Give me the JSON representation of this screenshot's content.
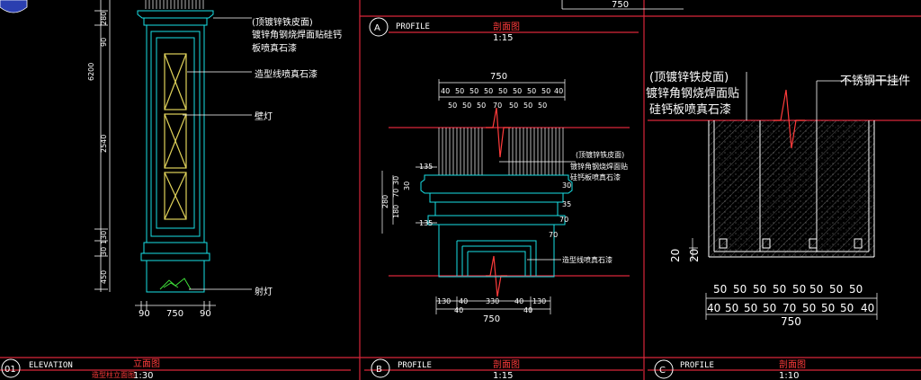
{
  "colors": {
    "background": "#000000",
    "red_border": "#d9263a",
    "cyan": "#18e0e6",
    "white": "#ffffff",
    "yellow": "#e0d25a",
    "green": "#3fe03a",
    "magenta": "#ff4fd8"
  },
  "panels": {
    "elevation": {
      "number": "01",
      "label": "ELEVATION",
      "title": "立面图",
      "subtitle": "造型柱立面图",
      "scale": "1:30",
      "dims_vertical": [
        "280",
        "90",
        "6200",
        "2540",
        "130",
        "30",
        "450"
      ],
      "dims_bottom": [
        "90",
        "750",
        "90"
      ],
      "notes": [
        "(顶镀锌铁皮面)",
        "镀锌角钢烧焊面贴硅钙",
        "板喷真石漆",
        "造型线喷真石漆",
        "壁灯",
        "射灯"
      ]
    },
    "section_a": {
      "letter": "A",
      "label": "PROFILE",
      "title": "剖面图",
      "scale": "1:15",
      "top_dim": "750"
    },
    "section_b": {
      "letter": "B",
      "label": "PROFILE",
      "title": "剖面图",
      "scale": "1:15",
      "dims_top_total": "750",
      "dims_top_row1": [
        "40",
        "50",
        "50",
        "50",
        "50",
        "50",
        "50",
        "50",
        "40"
      ],
      "dims_top_row2": [
        "50",
        "50",
        "50",
        "70",
        "50",
        "50",
        "50"
      ],
      "dims_left": [
        "135",
        "280",
        "30",
        "70",
        "180",
        "30",
        "135"
      ],
      "dims_right": [
        "30",
        "35",
        "70",
        "70"
      ],
      "dims_bottom_row1": [
        "130",
        "40",
        "330",
        "40",
        "130"
      ],
      "dims_bottom_row2": [
        "40",
        "40"
      ],
      "dims_bottom_total": "750",
      "notes": [
        "(顶镀锌铁皮面)",
        "镀锌角钢烧焊面贴",
        "硅钙板喷真石漆",
        "造型线喷真石漆"
      ]
    },
    "section_c": {
      "letter": "C",
      "label": "PROFILE",
      "title": "剖面图",
      "scale": "1:10",
      "dims_left": [
        "20",
        "20"
      ],
      "dims_row1": [
        "50",
        "50",
        "50",
        "50",
        "50",
        "50",
        "50",
        "50"
      ],
      "dims_row2": [
        "40",
        "50",
        "50",
        "50",
        "70",
        "50",
        "50",
        "50",
        "40"
      ],
      "dims_total": "750",
      "notes": [
        "(顶镀锌铁皮面)",
        "镀锌角钢烧焊面贴",
        "硅钙板喷真石漆",
        "不锈钢干挂件"
      ]
    }
  }
}
